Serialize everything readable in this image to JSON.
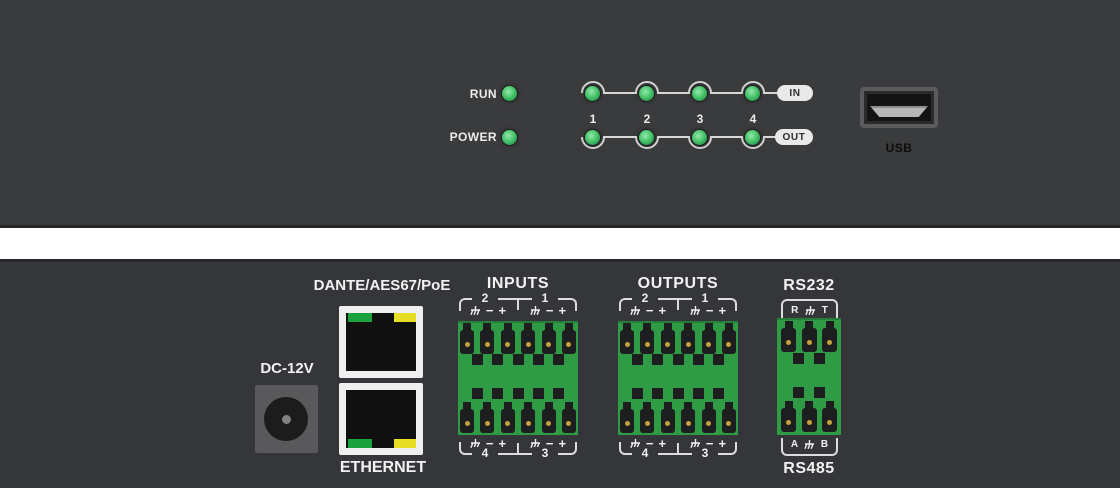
{
  "front_panel": {
    "run_label": "RUN",
    "power_label": "POWER",
    "channel_numbers": [
      "1",
      "2",
      "3",
      "4"
    ],
    "in_badge": "IN",
    "out_badge": "OUT",
    "usb_label": "USB"
  },
  "rear_panel": {
    "dc_label": "DC-12V",
    "dante_label": "DANTE/AES67/PoE",
    "ethernet_label": "ETHERNET",
    "inputs": {
      "title": "INPUTS",
      "top_channels": [
        "2",
        "1"
      ],
      "bottom_channels": [
        "4",
        "3"
      ]
    },
    "outputs": {
      "title": "OUTPUTS",
      "top_channels": [
        "2",
        "1"
      ],
      "bottom_channels": [
        "4",
        "3"
      ]
    },
    "rs232": {
      "title": "RS232",
      "pins": [
        "R",
        "T"
      ]
    },
    "rs485": {
      "title": "RS485",
      "pins": [
        "A",
        "B"
      ]
    },
    "terminal_symbols": {
      "minus": "−",
      "plus": "+"
    }
  },
  "colors": {
    "front_panel_bg": "#3a3b3d",
    "rear_panel_bg": "#343639",
    "status_led_green": "#4ac56c",
    "terminal_green": "#2f9b45",
    "screw_gold": "#c7a23c",
    "rj45_led_green": "#1ba23c",
    "rj45_led_yellow": "#e6de25",
    "badge_bg": "#e9e9e9"
  }
}
